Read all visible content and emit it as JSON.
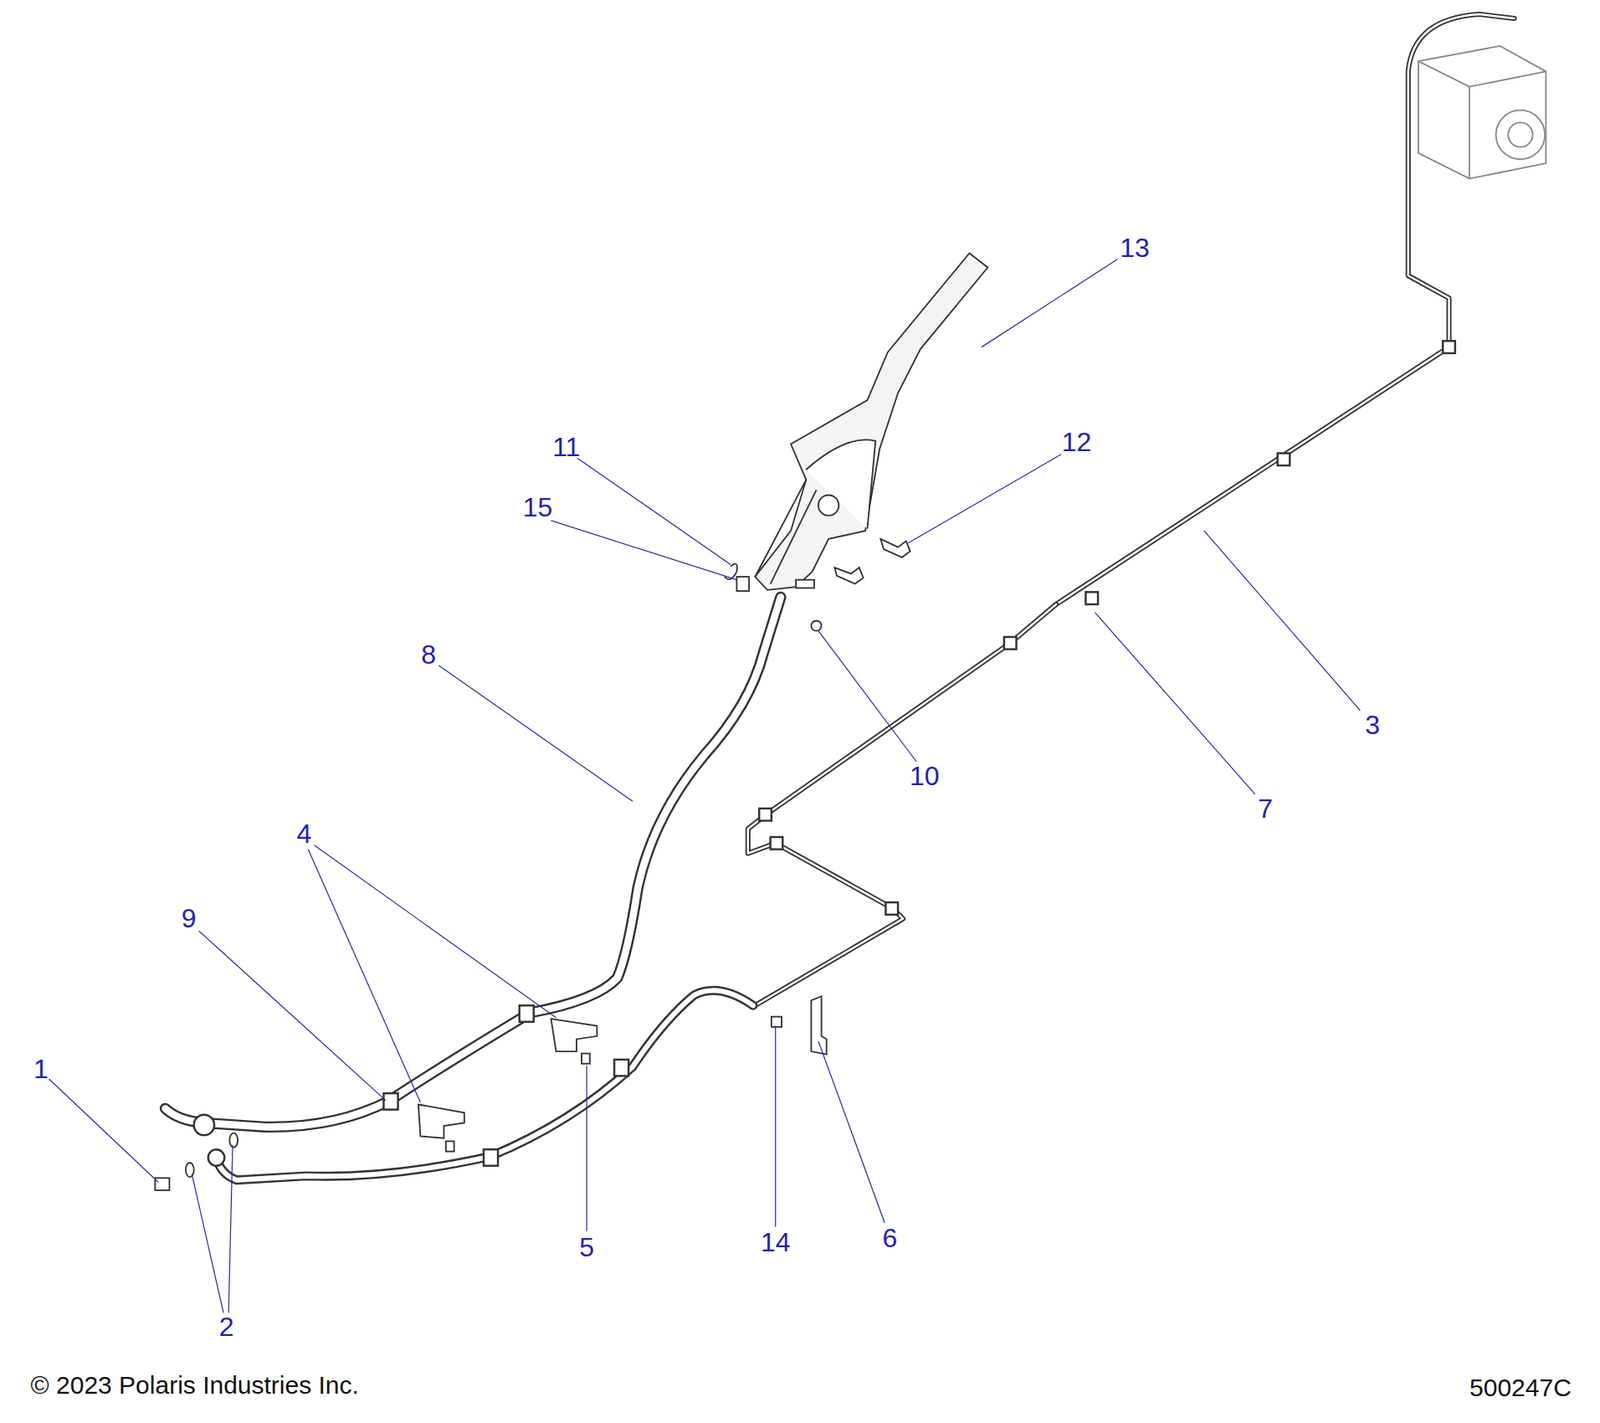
{
  "diagram": {
    "labels": [
      "1",
      "2",
      "3",
      "4",
      "5",
      "6",
      "7",
      "8",
      "9",
      "10",
      "11",
      "12",
      "13",
      "14",
      "15",
      "© 2023 Polaris Industries Inc.",
      "500247C"
    ]
  }
}
